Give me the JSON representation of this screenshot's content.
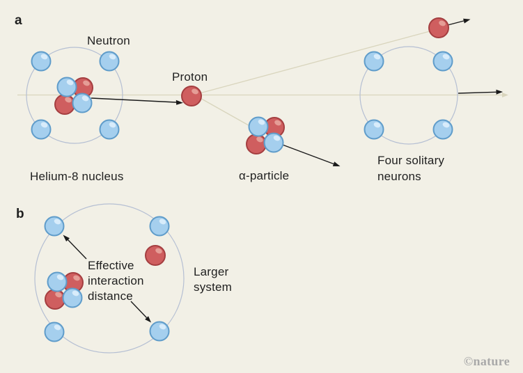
{
  "colors": {
    "background": "#f2f0e6",
    "neutron_fill": "#a5cfee",
    "neutron_border": "#5f9cca",
    "neutron_highlight": "#d8ecfb",
    "proton_fill": "#cf5e5f",
    "proton_border": "#a43e40",
    "proton_highlight": "#e59d96",
    "orbit_stroke": "#b5bfd3",
    "trajectory_beige": "#d9d5bd",
    "arrow_black": "#1a1a1a",
    "text": "#1f1f1f",
    "logo_gray": "#a9a9a9"
  },
  "panel_a": {
    "label": "a",
    "neutron_label": "Neutron",
    "proton_label": "Proton",
    "helium_label": "Helium-8 nucleus",
    "alpha_label": "α-particle",
    "solitary_label": "Four solitary\nneurons"
  },
  "panel_b": {
    "label": "b",
    "interaction_label": "Effective\ninteraction\ndistance",
    "larger_label": "Larger\nsystem"
  },
  "footer": {
    "credit": "©nature"
  }
}
